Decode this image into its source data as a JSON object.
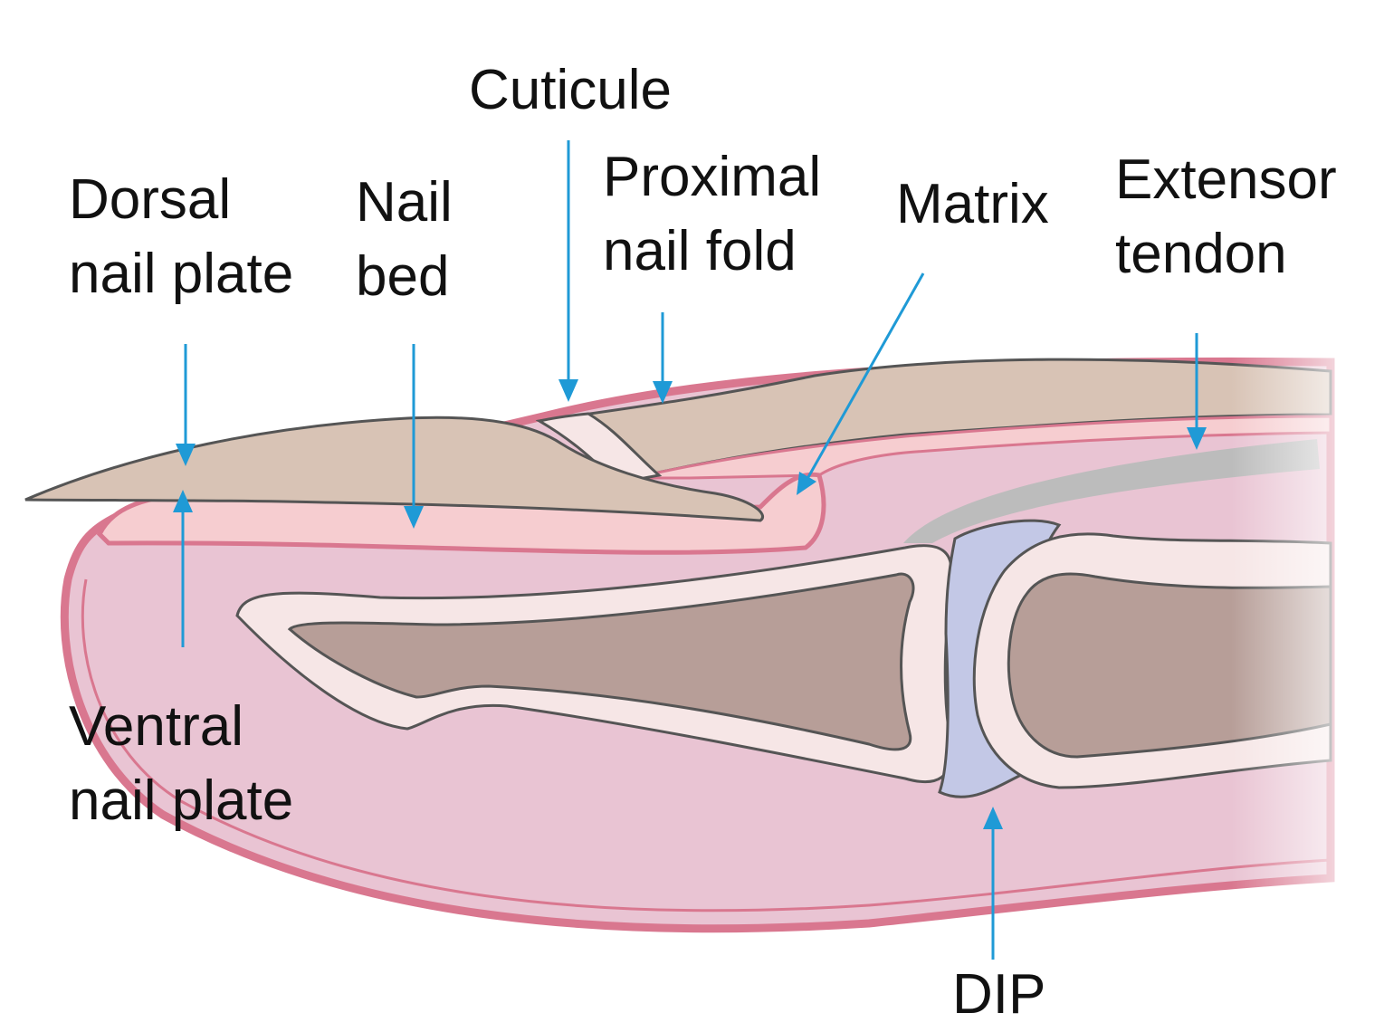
{
  "labels": {
    "cuticule": [
      "Cuticule"
    ],
    "dorsal_nail_plate": [
      "Dorsal",
      "nail plate"
    ],
    "nail_bed": [
      "Nail",
      "bed"
    ],
    "proximal_nail_fold": [
      "Proximal",
      "nail fold"
    ],
    "matrix": [
      "Matrix"
    ],
    "extensor_tendon": [
      "Extensor",
      "tendon"
    ],
    "ventral_nail_plate": [
      "Ventral",
      "nail plate"
    ],
    "dip": [
      "DIP"
    ]
  },
  "colors": {
    "arrow": "#1f9ad6",
    "skin": "#e9c4d3",
    "skin_outline": "#d9778f",
    "nail_plate": "#d8c3b5",
    "nail_bed": "#f6cdd0",
    "bone_cortex": "#f6e6e6",
    "bone_marrow": "#b79e98",
    "cartilage": "#c3c8e6",
    "tendon": "#bcbcbc",
    "outline": "#555555"
  }
}
